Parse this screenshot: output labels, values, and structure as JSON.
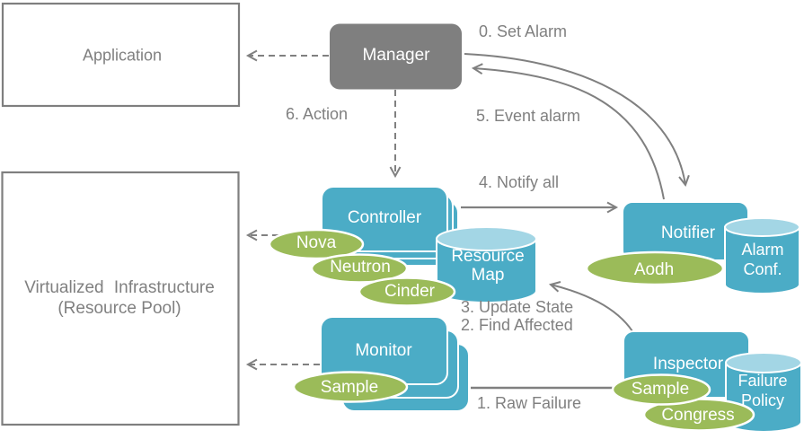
{
  "colors": {
    "node_blue": "#4BACC6",
    "cylinder_top_blue": "#A3D6E5",
    "service_green": "#9BBB59",
    "manager_gray": "#7F7F7F",
    "line_gray": "#808080",
    "text_gray": "#808080"
  },
  "nodes": {
    "application": "Application",
    "virtualized_infrastructure": {
      "line1": "Virtualized Infrastructure",
      "line2": "(Resource Pool)"
    },
    "manager": "Manager",
    "controller": "Controller",
    "monitor": "Monitor",
    "notifier": "Notifier",
    "inspector": "Inspector"
  },
  "datastores": {
    "resource_map": {
      "line1": "Resource",
      "line2": "Map"
    },
    "alarm_conf": {
      "line1": "Alarm",
      "line2": "Conf."
    },
    "failure_policy": {
      "line1": "Failure",
      "line2": "Policy"
    }
  },
  "services": {
    "nova": "Nova",
    "neutron": "Neutron",
    "cinder": "Cinder",
    "aodh": "Aodh",
    "monitor_sample": "Sample",
    "inspector_sample": "Sample",
    "congress": "Congress"
  },
  "steps": {
    "set_alarm": "0. Set Alarm",
    "raw_failure": "1. Raw Failure",
    "find_affected": "2. Find Affected",
    "update_state": "3. Update State",
    "notify_all": "4. Notify all",
    "event_alarm": "5. Event alarm",
    "action": "6. Action"
  }
}
